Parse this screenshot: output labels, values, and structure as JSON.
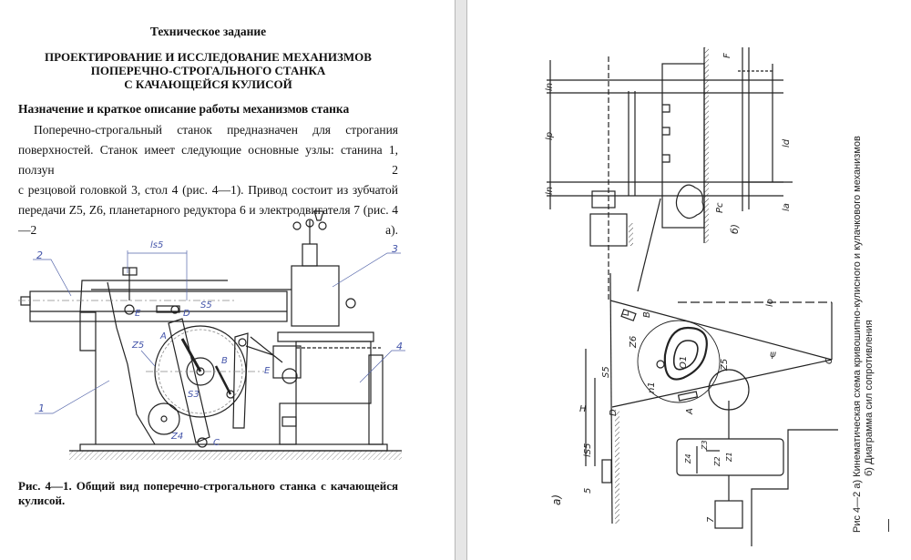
{
  "left_page": {
    "title": "Техническое задание",
    "heading_lines": [
      "ПРОЕКТИРОВАНИЕ И ИССЛЕДОВАНИЕ МЕХАНИЗМОВ",
      "ПОПЕРЕЧНО-СТРОГАЛЬНОГО СТАНКА",
      "С КАЧАЮЩЕЙСЯ КУЛИСОЙ"
    ],
    "section_title": "Назначение и краткое описание работы механизмов станка",
    "paragraph_lines": [
      "Поперечно-строгальный станок предназначен для строгания",
      "поверхностей. Станок имеет следующие основные узлы: станина 1, ползун 2",
      "с резцовой головкой 3, стол 4 (рис. 4—1). Привод состоит из зубчатой",
      "передачи Z5, Z6, планетарного редуктора 6 и электродвигателя 7 (рис. 4—2 а)."
    ],
    "figure_labels": {
      "n2": "2",
      "n1": "1",
      "n3": "3",
      "n4": "4",
      "ls5": "ls5",
      "s5": "S5",
      "z5": "Z5",
      "a": "A",
      "b": "B",
      "s3": "S3",
      "z4": "Z4",
      "c": "C",
      "e1": "E",
      "e2": "E",
      "d": "D"
    },
    "caption_lines": [
      "Рис. 4—1. Общий вид поперечно-строгального станка с качающейся",
      "кулисой."
    ]
  },
  "right_page": {
    "figure_labels": {
      "a": "а)",
      "b": "б)",
      "H": "H",
      "S5": "S5",
      "lss": "lS5",
      "C": "C",
      "A": "A",
      "B": "B",
      "D": "D",
      "O1": "O1",
      "Z6": "Z6",
      "Z5": "Z5",
      "psi": "ψ",
      "lo": "lo",
      "n1": "n1",
      "L": "L",
      "lp": "lp",
      "ln1": "ln",
      "ln2": "ln",
      "ld": "ld",
      "la": "la",
      "F": "F",
      "Pc": "Pc",
      "s": "5",
      "seven": "7",
      "Z1": "Z1",
      "Z2": "Z2",
      "Z3": "Z3",
      "Z4": "Z4"
    },
    "caption_lines": [
      "Рис  4—2  а) Кинематическая схема кривошипно-кулисного и кулачкового механизмов",
      "б) Диаграмма сил сопротивления"
    ]
  }
}
